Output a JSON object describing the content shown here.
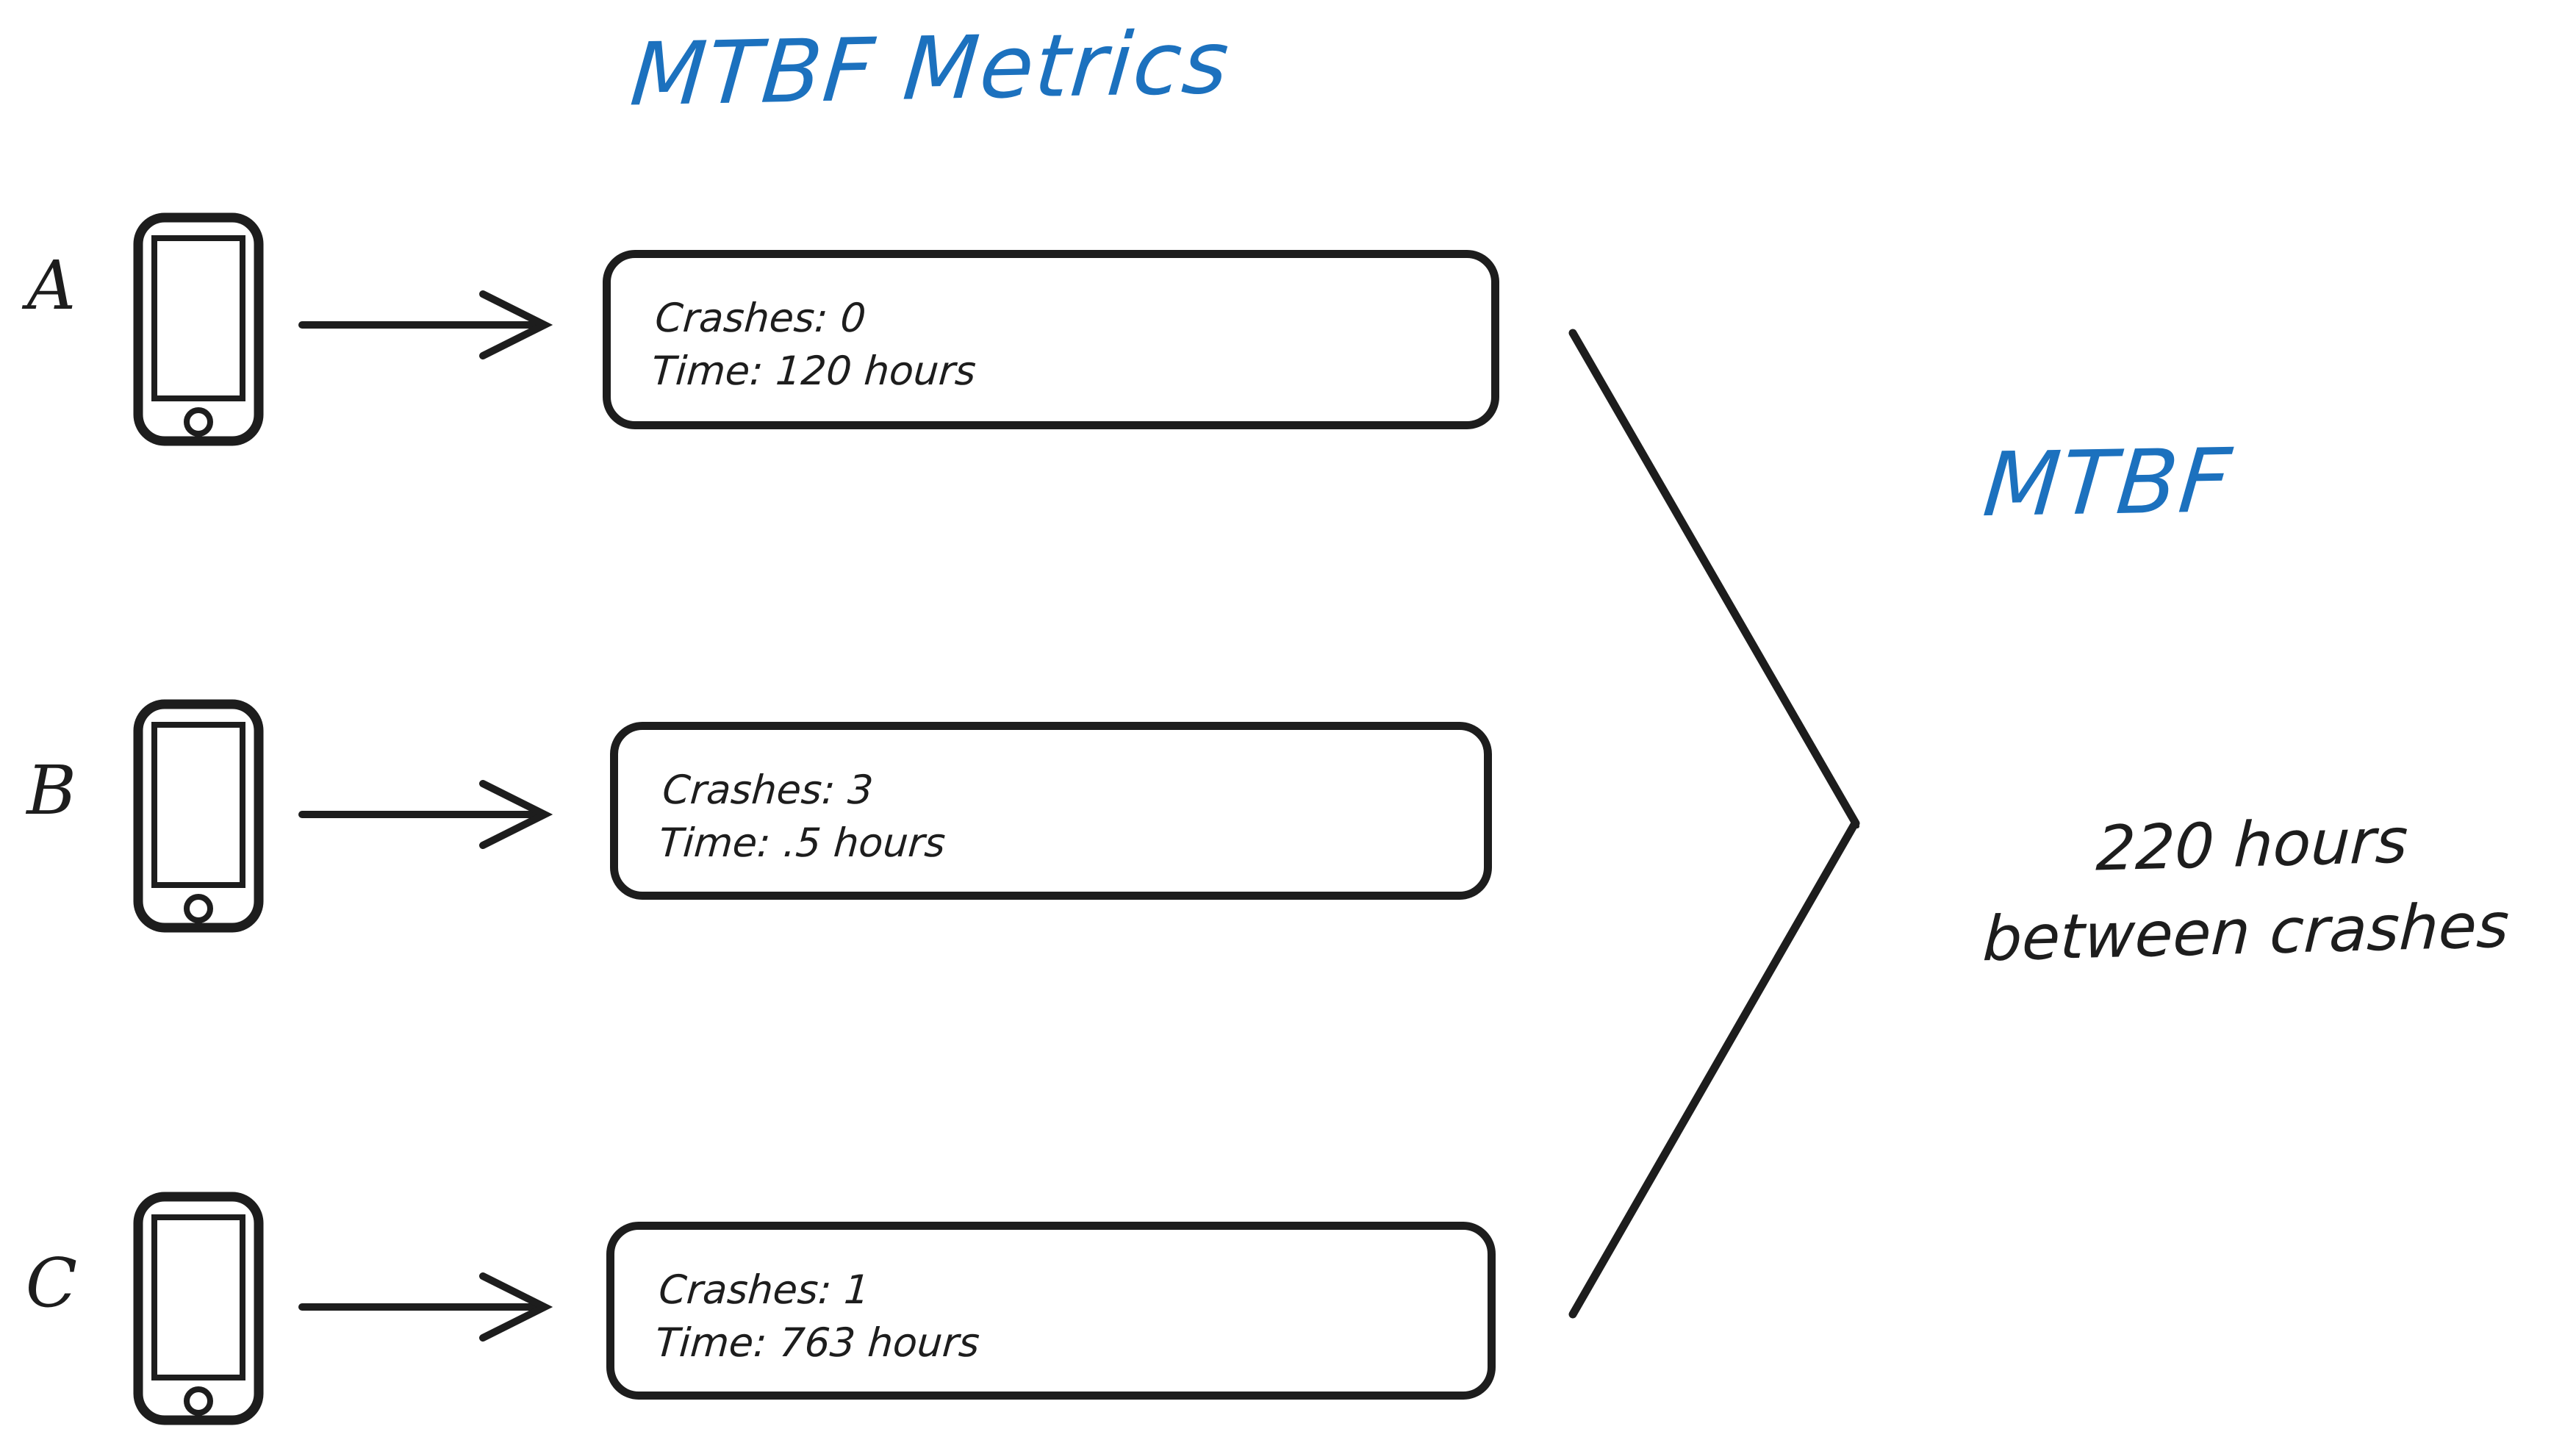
{
  "diagram": {
    "title": "MTBF Metrics",
    "accent_color": "#1c71be",
    "ink_color": "#1d1d1d",
    "background_color": "#ffffff"
  },
  "devices": [
    {
      "label": "A",
      "icon": "mobile-phone-icon",
      "arrow": "arrow-right-icon",
      "metrics": {
        "crashes_line": "Crashes: 0",
        "time_line": "Time: 120 hours",
        "crashes_value": 0,
        "time_value": "120 hours"
      }
    },
    {
      "label": "B",
      "icon": "mobile-phone-icon",
      "arrow": "arrow-right-icon",
      "metrics": {
        "crashes_line": "Crashes: 3",
        "time_line": "Time: .5 hours",
        "crashes_value": 3,
        "time_value": ".5 hours"
      }
    },
    {
      "label": "C",
      "icon": "mobile-phone-icon",
      "arrow": "arrow-right-icon",
      "metrics": {
        "crashes_line": "Crashes: 1",
        "time_line": "Time: 763 hours",
        "crashes_value": 1,
        "time_value": "763 hours"
      }
    }
  ],
  "result": {
    "heading": "MTBF",
    "value_line": "220 hours",
    "descriptor_line": "between crashes"
  }
}
